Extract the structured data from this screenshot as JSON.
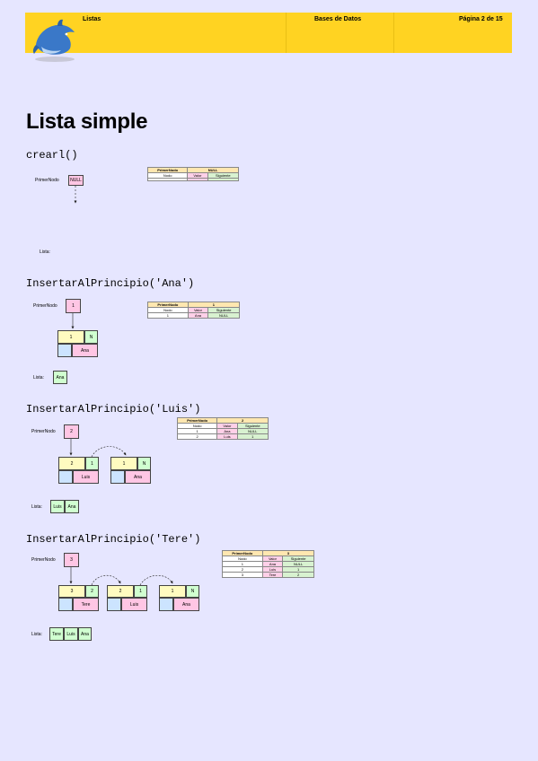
{
  "header": {
    "section": "Listas",
    "course": "Bases de Datos",
    "page": "Página 2 de 15"
  },
  "title": "Lista simple",
  "sections": [
    {
      "code": "crearl()",
      "primer_nodo_label": "PrimerNodo",
      "primer_nodo_value": "NULL",
      "lista_label": "Lista:",
      "table": {
        "title": "PrimerNodo",
        "title_value": "NULL",
        "headers": [
          "Nodo",
          "Valor",
          "Siguiente"
        ],
        "rows": []
      }
    },
    {
      "code": "InsertarAlPrincipio('Ana')",
      "primer_nodo_label": "PrimerNodo",
      "primer_nodo_value": "1",
      "lista_label": "Lista:",
      "nodes": [
        {
          "index": "1",
          "next": "N",
          "value": "Ana"
        }
      ],
      "lista_items": [
        "Ana"
      ],
      "table": {
        "title": "PrimerNodo",
        "title_value": "1",
        "headers": [
          "Nodo",
          "Valor",
          "Siguiente"
        ],
        "rows": [
          [
            "1",
            "Ana",
            "NULL"
          ]
        ]
      }
    },
    {
      "code": "InsertarAlPrincipio('Luis')",
      "primer_nodo_label": "PrimerNodo",
      "primer_nodo_value": "2",
      "lista_label": "Lista:",
      "nodes": [
        {
          "index": "2",
          "next": "1",
          "value": "Luis"
        },
        {
          "index": "1",
          "next": "N",
          "value": "Ana"
        }
      ],
      "lista_items": [
        "Luis",
        "Ana"
      ],
      "table": {
        "title": "PrimerNodo",
        "title_value": "2",
        "headers": [
          "Nodo",
          "Valor",
          "Siguiente"
        ],
        "rows": [
          [
            "1",
            "Ana",
            "NULL"
          ],
          [
            "2",
            "Luis",
            "1"
          ]
        ]
      }
    },
    {
      "code": "InsertarAlPrincipio('Tere')",
      "primer_nodo_label": "PrimerNodo",
      "primer_nodo_value": "3",
      "lista_label": "Lista:",
      "nodes": [
        {
          "index": "3",
          "next": "2",
          "value": "Tere"
        },
        {
          "index": "2",
          "next": "1",
          "value": "Luis"
        },
        {
          "index": "1",
          "next": "N",
          "value": "Ana"
        }
      ],
      "lista_items": [
        "Tere",
        "Luis",
        "Ana"
      ],
      "table": {
        "title": "PrimerNodo",
        "title_value": "3",
        "headers": [
          "Nodo",
          "Valor",
          "Siguiente"
        ],
        "rows": [
          [
            "1",
            "Ana",
            "NULL"
          ],
          [
            "2",
            "Luis",
            "1"
          ],
          [
            "3",
            "Tere",
            "2"
          ]
        ]
      }
    }
  ]
}
